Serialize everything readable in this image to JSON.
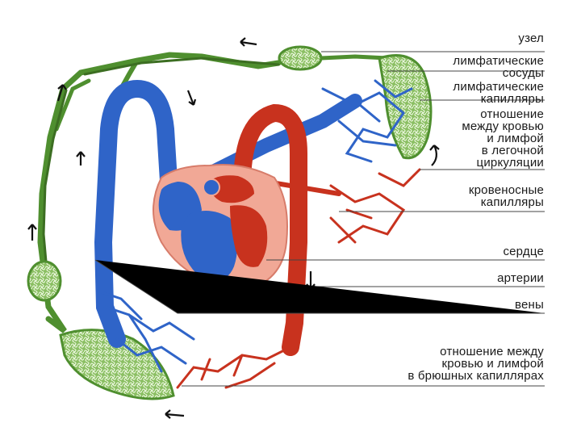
{
  "labels": {
    "node": "узел",
    "lymph_vessels": [
      "лимфатические",
      "сосуды"
    ],
    "lymph_capillaries": [
      "лимфатические",
      "капилляры"
    ],
    "lung_relation": [
      "отношение",
      "между кровью",
      "и лимфой",
      "в легочной",
      "циркуляции"
    ],
    "blood_capillaries": [
      "кровеносные",
      "капилляры"
    ],
    "heart": "сердце",
    "arteries": "артерии",
    "veins": "вены",
    "abdominal_relation": [
      "отношение между",
      "кровью и лимфой",
      "в брюшных капиллярах"
    ]
  },
  "colors": {
    "lymph": "#4f8f2f",
    "lymph_light": "#7fb55a",
    "vein": "#2f64c8",
    "artery": "#c8321e",
    "heart_outer": "#f1a896",
    "leader_line": "#444444"
  }
}
